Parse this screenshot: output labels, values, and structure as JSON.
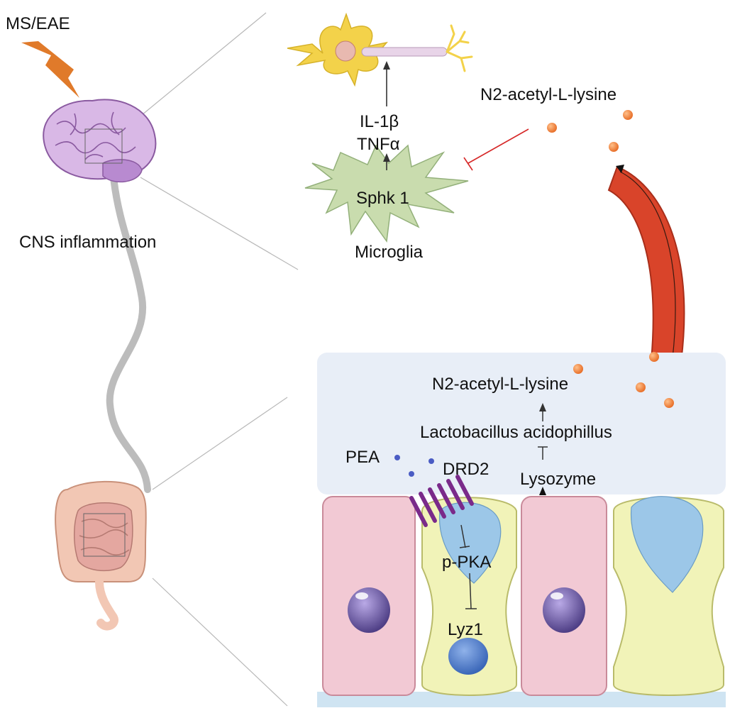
{
  "labels": {
    "ms_eae": "MS/EAE",
    "cns_inflammation": "CNS inflammation",
    "il1b": "IL-1β",
    "tnfa": "TNFα",
    "sphk1": "Sphk 1",
    "microglia": "Microglia",
    "n2_top": "N2-acetyl-L-lysine",
    "n2_gut": "N2-acetyl-L-lysine",
    "lactobacillus": "Lactobacillus acidophillus",
    "lysozyme": "Lysozyme",
    "pea": "PEA",
    "drd2": "DRD2",
    "ppka": "p-PKA",
    "lyz1": "Lyz1"
  },
  "colors": {
    "lightning": "#e07a2a",
    "brain": "#d9b8e6",
    "brain_outline": "#8a5aa0",
    "spinal_cord": "#bcbcbc",
    "neuron": "#f3d24a",
    "axon": "#e8d4e8",
    "microglia": "#c9dcae",
    "metabolite": "#e8702a",
    "vessel": "#d9442a",
    "inhibit_line": "#d62828",
    "lumen": "#e8eef7",
    "enterocyte": "#f2c9d4",
    "paneth": "#f1f3b8",
    "granule": "#9cc7e8",
    "nucleus": "#6a5a9e",
    "receptor": "#7a2a8a",
    "pea_dot": "#4a5cc4",
    "gut": "#f2c7b4",
    "basement": "#cfe4f2"
  },
  "icons": [
    "lightning-icon",
    "brain-icon",
    "neuron-icon",
    "microglia-icon",
    "blood-vessel-icon",
    "intestine-icon",
    "receptor-icon",
    "metabolite-dot-icon"
  ]
}
